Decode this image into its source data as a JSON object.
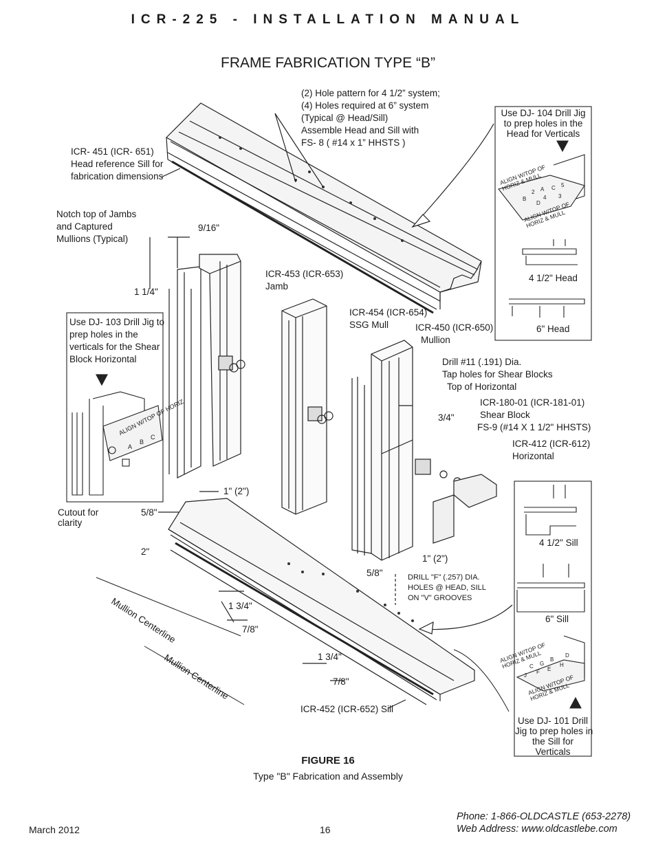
{
  "header": {
    "manual_title": "ICR-225 - INSTALLATION MANUAL",
    "page_title": "FRAME FABRICATION TYPE “B”"
  },
  "labels": {
    "hole_pattern": [
      "(2) Hole pattern for 4 1/2” system;",
      "(4) Holes required at 6” system",
      "(Typical @ Head/Sill)",
      "Assemble Head and Sill with",
      "FS- 8 ( #14 x 1” HHSTS )"
    ],
    "head_ref": [
      "ICR- 451 (ICR- 651)",
      "Head reference Sill for",
      "fabrication dimensions"
    ],
    "notch": [
      "Notch top of Jambs",
      "and Captured",
      "Mullions (Typical)"
    ],
    "dim_9_16": "9/16\"",
    "dim_1_1_4": "1 1/4\"",
    "jamb": [
      "ICR-453 (ICR-653)",
      "Jamb"
    ],
    "ssg_mull": [
      "ICR-454 (ICR-654)",
      "SSG Mull"
    ],
    "mullion": [
      "ICR-450 (ICR-650)",
      "Mullion"
    ],
    "drill11": [
      "Drill #11 (.191) Dia.",
      "Tap holes for Shear Blocks"
    ],
    "top_horizontal": "Top of Horizontal",
    "shear_block": [
      "ICR-180-01 (ICR-181-01)",
      "Shear Block"
    ],
    "dim_3_4": "3/4\"",
    "fs9": "FS-9 (#14 X 1 1/2\" HHSTS)",
    "horizontal": [
      "ICR-412 (ICR-612)",
      "Horizontal"
    ],
    "dj103": [
      "Use DJ- 103 Drill Jig to",
      "prep holes in the",
      "verticals for the Shear",
      "Block Horizontal"
    ],
    "jig_horiz": "ALIGN W/TOP OF HORIZ",
    "jig_letters_abc": [
      "A",
      "B",
      "C"
    ],
    "dj104": [
      "Use DJ- 104 Drill Jig",
      "to prep holes in the",
      "Head for Verticals"
    ],
    "align_mull": [
      "ALIGN W/TOP OF",
      "HORIZ & MULL"
    ],
    "jig_head_letters": [
      "B",
      "2",
      "4",
      "C",
      "D",
      "5",
      "A",
      "3"
    ],
    "head_45": "4 1/2\" Head",
    "head_6": "6\" Head",
    "cutout": [
      "Cutout for",
      "clarity"
    ],
    "dim_1_2_top": "1\" (2\")",
    "dim_5_8_top": "5/8\"",
    "dim_2": "2\"",
    "dim_1_2_bot": "1\" (2\")",
    "dim_5_8_bot": "5/8\"",
    "drill_f": [
      "DRILL \"F\" (.257) DIA.",
      "HOLES @ HEAD, SILL",
      "ON \"V\" GROOVES"
    ],
    "mullion_cl_1": "Mullion Centerline",
    "mullion_cl_2": "Mullion Centerline",
    "dim_1_3_4_a": "1 3/4\"",
    "dim_7_8_a": "7/8\"",
    "dim_1_3_4_b": "1 3/4\"",
    "dim_7_8_b": "7/8\"",
    "sill": "ICR-452 (ICR-652) Sill",
    "sill_45": "4 1/2\" Sill",
    "sill_6": "6\" Sill",
    "jig_sill_letters": [
      "C",
      "G",
      "F",
      "B",
      "E",
      "H",
      "J",
      "D"
    ],
    "dj101": [
      "Use DJ- 101 Drill",
      "Jig to prep holes in",
      "the Sill for",
      "Verticals"
    ]
  },
  "figure": {
    "number": "FIGURE 16",
    "caption": "Type \"B\" Fabrication and Assembly"
  },
  "footer": {
    "date": "March 2012",
    "page": "16",
    "phone": "Phone: 1-866-OLDCASTLE (653-2278)",
    "web": "Web Address: www.oldcastlebe.com"
  }
}
